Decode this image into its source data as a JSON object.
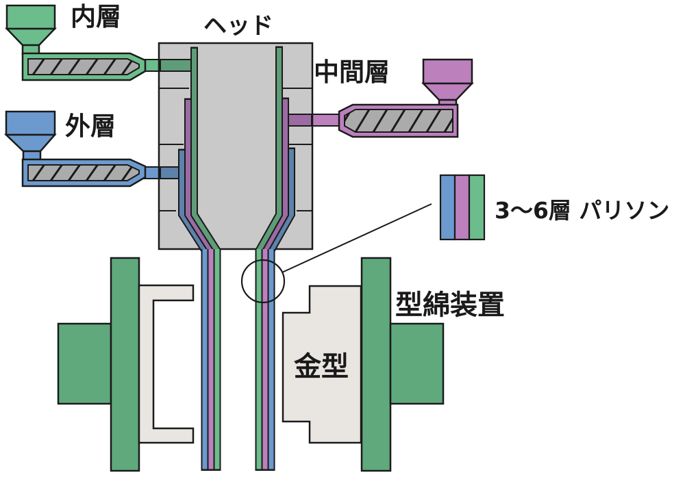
{
  "labels": {
    "inner_layer": "内層",
    "head": "ヘッド",
    "middle_layer": "中間層",
    "outer_layer": "外層",
    "parison": "3〜6層 パリソン",
    "clamping_device": "型綿装置",
    "mold": "金型"
  },
  "colors": {
    "green_bright": "#6cbd8c",
    "green_dull": "#5f9c78",
    "green_plate": "#5fa97c",
    "blue_bright": "#6d9ace",
    "blue_dull": "#5d82ab",
    "purple_bright": "#bc80bd",
    "purple_dull": "#9c6ba3",
    "gray_head": "#c9c9c9",
    "gray_barrel": "#ababab",
    "gray_mold": "#e9e6e2",
    "outline": "#1a1a1a",
    "background": "#ffffff"
  }
}
